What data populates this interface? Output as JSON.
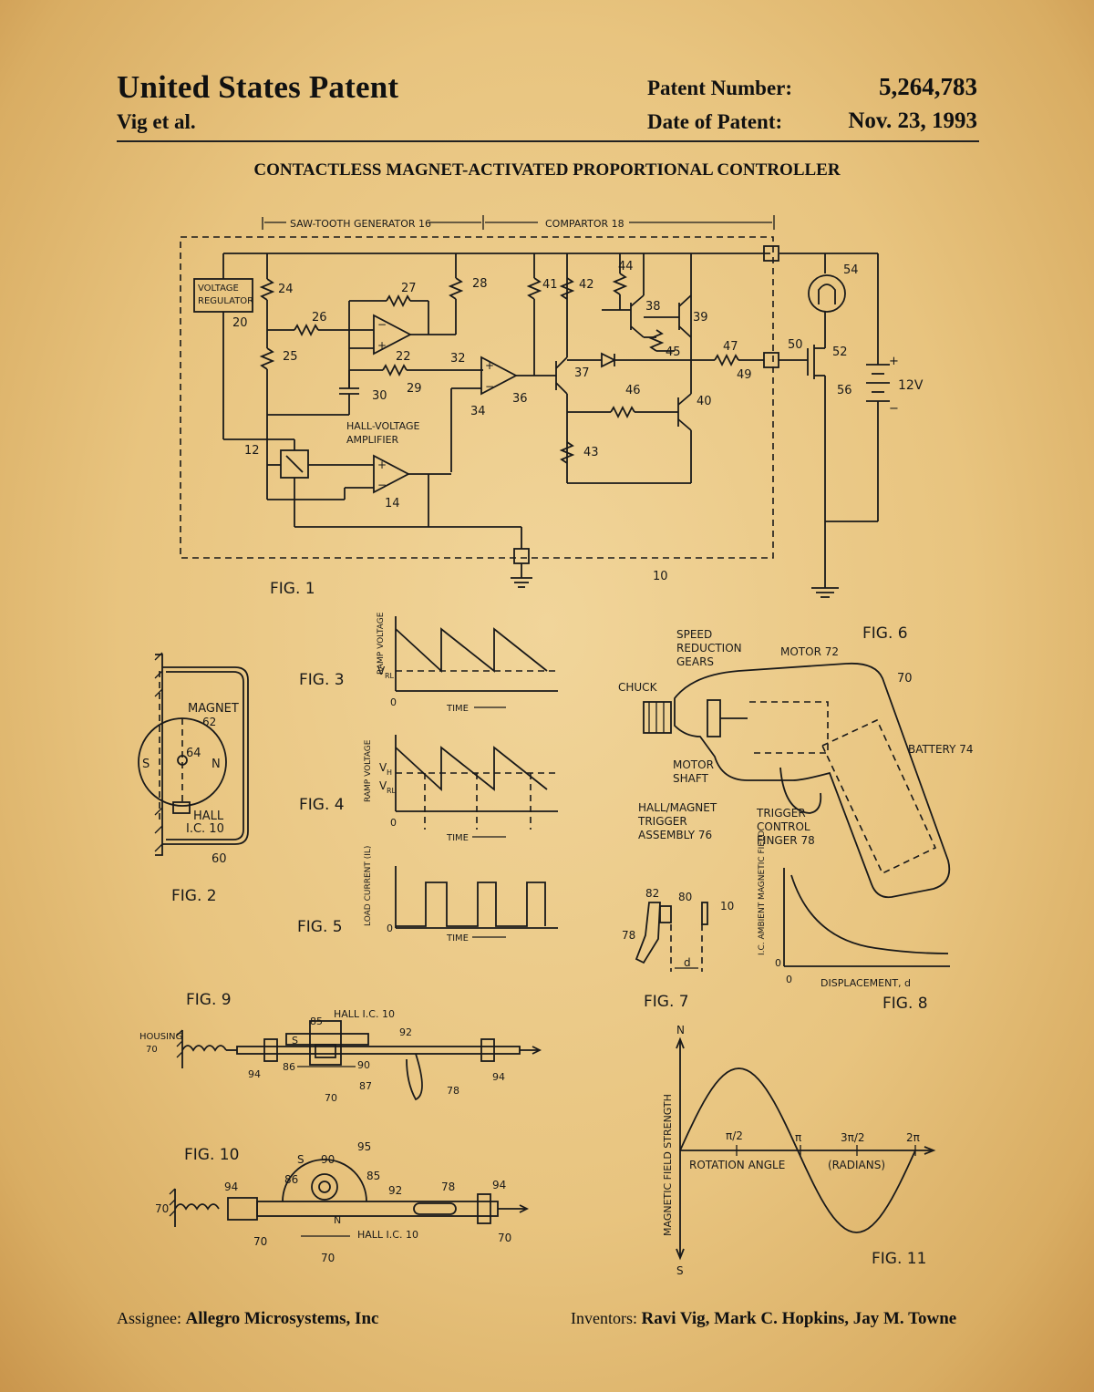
{
  "header": {
    "title": "United States Patent",
    "authors": "Vig et al.",
    "patent_number_label": "Patent Number:",
    "patent_number": "5,264,783",
    "date_label": "Date of Patent:",
    "date": "Nov. 23, 1993"
  },
  "document_title": "CONTACTLESS MAGNET-ACTIVATED PROPORTIONAL CONTROLLER",
  "fig1": {
    "saw_tooth": "SAW-TOOTH GENERATOR 16",
    "comparator": "COMPARTOR  18",
    "voltage_regulator_1": "VOLTAGE",
    "voltage_regulator_2": "REGULATOR",
    "hall_amp_1": "HALL-VOLTAGE",
    "hall_amp_2": "AMPLIFIER",
    "supply": "12V",
    "caption": "FIG. 1",
    "refs": [
      "24",
      "25",
      "26",
      "27",
      "28",
      "22",
      "29",
      "30",
      "32",
      "34",
      "36",
      "41",
      "42",
      "44",
      "38",
      "39",
      "45",
      "37",
      "47",
      "49",
      "50",
      "52",
      "54",
      "56",
      "46",
      "40",
      "43",
      "20",
      "12",
      "14",
      "10"
    ]
  },
  "fig2": {
    "caption": "FIG. 2",
    "magnet": "MAGNET",
    "magnet_ref": "62",
    "center_ref": "64",
    "s": "S",
    "n": "N",
    "hall": "HALL",
    "ic": "I.C. 10",
    "ref60": "60"
  },
  "fig3": {
    "caption": "FIG. 3",
    "ylabel": "RAMP VOLTAGE",
    "xlabel": "TIME",
    "vrl": "V",
    "vrl_sub": "RL",
    "origin": "0"
  },
  "fig4": {
    "caption": "FIG. 4",
    "ylabel": "RAMP VOLTAGE",
    "xlabel": "TIME",
    "vh": "V",
    "vh_sub": "H",
    "vrl": "V",
    "vrl_sub": "RL",
    "origin": "0"
  },
  "fig5": {
    "caption": "FIG. 5",
    "ylabel": "LOAD CURRENT (IL)",
    "xlabel": "TIME",
    "origin": "0"
  },
  "fig6": {
    "caption": "FIG. 6",
    "speed_1": "SPEED",
    "speed_2": "REDUCTION",
    "speed_3": "GEARS",
    "motor": "MOTOR 72",
    "chuck": "CHUCK",
    "ref70": "70",
    "battery": "BATTERY 74",
    "shaft_1": "MOTOR",
    "shaft_2": "SHAFT",
    "hall_1": "HALL/MAGNET",
    "hall_2": "TRIGGER",
    "hall_3": "ASSEMBLY 76",
    "trigger_1": "TRIGGER",
    "trigger_2": "CONTROL",
    "trigger_3": "FINGER 78"
  },
  "fig7": {
    "caption": "FIG. 7",
    "r82": "82",
    "r80": "80",
    "r10": "10",
    "r78": "78",
    "d": "d"
  },
  "fig8": {
    "caption": "FIG. 8",
    "ylabel": "I.C. AMBIENT MAGNETIC FIELD",
    "xlabel": "DISPLACEMENT, d",
    "origin_x": "0",
    "origin_y": "0"
  },
  "fig9": {
    "caption": "FIG. 9",
    "housing_1": "HOUSING",
    "housing_2": "70",
    "hall": "HALL I.C. 10",
    "s": "S",
    "r85": "85",
    "r92": "92",
    "r86": "86",
    "r90": "90",
    "r87": "87",
    "r94a": "94",
    "r94b": "94",
    "r70": "70",
    "r78": "78"
  },
  "fig10": {
    "caption": "FIG. 10",
    "r95": "95",
    "s": "S",
    "r90": "90",
    "r86": "86",
    "r85": "85",
    "r92": "92",
    "r78": "78",
    "r94a": "94",
    "r94b": "94",
    "r70a": "70",
    "r70b": "70",
    "r70c": "70",
    "r70d": "70",
    "n": "N",
    "hall": "HALL I.C. 10"
  },
  "fig11": {
    "caption": "FIG. 11",
    "ylabel": "MAGNETIC FIELD STRENGTH",
    "n": "N",
    "s": "S",
    "xlabel": "ROTATION ANGLE",
    "unit": "(RADIANS)",
    "t1": "π/2",
    "t2": "π",
    "t3": "3π/2",
    "t4": "2π"
  },
  "footer": {
    "assignee_label": "Assignee:",
    "assignee": "Allegro Microsystems, Inc",
    "inventors_label": "Inventors:",
    "inventors": "Ravi Vig,  Mark C. Hopkins, Jay M. Towne"
  }
}
